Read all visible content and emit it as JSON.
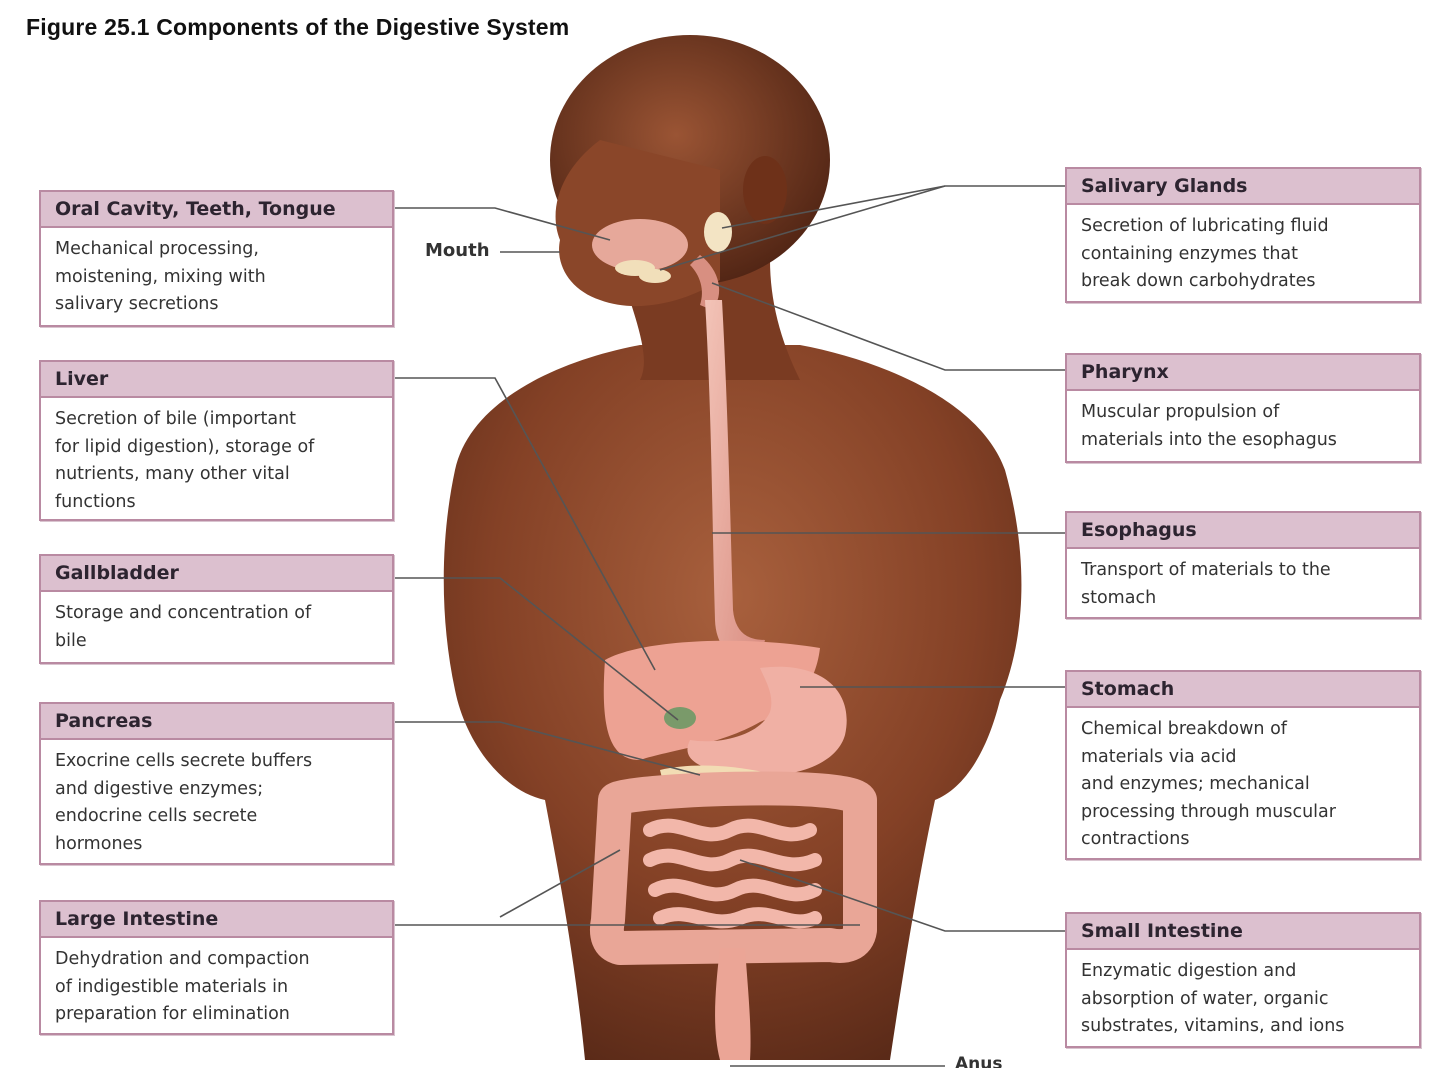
{
  "figure": {
    "title": "Figure 25.1  Components of the Digestive System"
  },
  "labels": {
    "mouth": "Mouth",
    "anus": "Anus"
  },
  "left_cards": [
    {
      "title": "Oral Cavity, Teeth, Tongue",
      "lines": [
        "Mechanical processing,",
        "moistening, mixing with",
        "salivary secretions"
      ]
    },
    {
      "title": "Liver",
      "lines": [
        "Secretion of bile (important",
        "for lipid digestion), storage of",
        "nutrients, many other vital",
        "functions"
      ]
    },
    {
      "title": "Gallbladder",
      "lines": [
        "Storage and concentration of",
        "bile"
      ]
    },
    {
      "title": "Pancreas",
      "lines": [
        "Exocrine cells secrete buffers",
        "and digestive enzymes;",
        "endocrine cells secrete",
        "hormones"
      ]
    },
    {
      "title": "Large Intestine",
      "lines": [
        "Dehydration and compaction",
        "of indigestible materials in",
        "preparation for elimination"
      ]
    }
  ],
  "right_cards": [
    {
      "title": "Salivary Glands",
      "lines": [
        "Secretion of lubricating fluid",
        "containing enzymes that",
        "break down carbohydrates"
      ]
    },
    {
      "title": "Pharynx",
      "lines": [
        "Muscular propulsion of",
        "materials into the esophagus"
      ]
    },
    {
      "title": "Esophagus",
      "lines": [
        "Transport of materials to the",
        "stomach"
      ]
    },
    {
      "title": "Stomach",
      "lines": [
        "Chemical breakdown of",
        "materials via acid",
        "and enzymes; mechanical",
        "processing through muscular",
        "contractions"
      ]
    },
    {
      "title": "Small Intestine",
      "lines": [
        "Enzymatic digestion and",
        "absorption of water, organic",
        "substrates, vitamins, and ions"
      ]
    }
  ],
  "colors": {
    "card_border": "#b98aa2",
    "card_header": "#dcc0cf",
    "skin": "#8a4a30",
    "organ": "#e8a79a"
  }
}
